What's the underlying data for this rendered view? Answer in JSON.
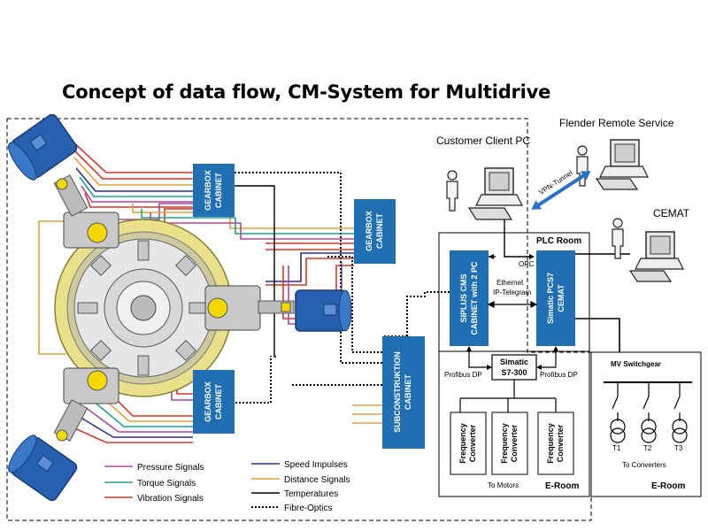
{
  "title": "Concept of data flow, CM-System for Multidrive",
  "labels": {
    "customer_pc": "Customer Client PC",
    "flender": "Flender Remote Service",
    "cemat": "CEMAT",
    "vpn": "VPN-Tunnel",
    "plc_room": "PLC Room",
    "opc": "OPC",
    "ethernet": "Ethernet",
    "ip_telegram": "IP-Telegram",
    "profibus_left": "Profibus DP",
    "profibus_right": "Profibus DP",
    "mv_switchgear": "MV Switchgear",
    "t1": "T1",
    "t2": "T2",
    "t3": "T3",
    "to_converters": "To Converters",
    "to_motors": "To Motors",
    "eroom_left": "E-Room",
    "eroom_right": "E-Room"
  },
  "cabinets": {
    "gearbox_top": [
      "GEARBOX",
      "CABINET"
    ],
    "gearbox_mid": [
      "GEARBOX",
      "CABINET"
    ],
    "gearbox_bottom": [
      "GEARBOX",
      "CABINET"
    ],
    "subconstruction": [
      "SUBCONSTRUKTION",
      "CABINET"
    ],
    "siplus": [
      "SIPLUS CMS",
      "CABINET with 2 PC"
    ],
    "simatic_pcs7": [
      "Simatic PCS7",
      "CEMAT"
    ]
  },
  "s7": [
    "Simatic",
    "S7-300"
  ],
  "freq_converter": [
    "Frequency",
    "Converter"
  ],
  "legend": {
    "left": [
      {
        "label": "Pressure Signals",
        "color": "#b0479a"
      },
      {
        "label": "Torque Signals",
        "color": "#22a08c"
      },
      {
        "label": "Vibration Signals",
        "color": "#d03a2a"
      }
    ],
    "right": [
      {
        "label": "Speed Impulses",
        "color": "#2a2f8f",
        "style": "solid"
      },
      {
        "label": "Distance Signals",
        "color": "#e0a040",
        "style": "solid"
      },
      {
        "label": "Temperatures",
        "color": "#000000",
        "style": "solid"
      },
      {
        "label": "Fibre-Optics",
        "color": "#000000",
        "style": "dotted"
      }
    ]
  },
  "colors": {
    "cabinet": "#1f6fb2",
    "ring": "#e8e08a",
    "motor": "#2860b0",
    "pressure": "#b0479a",
    "torque": "#22a08c",
    "vibration": "#d03a2a",
    "speed": "#2a2f8f",
    "distance": "#e0a040"
  }
}
